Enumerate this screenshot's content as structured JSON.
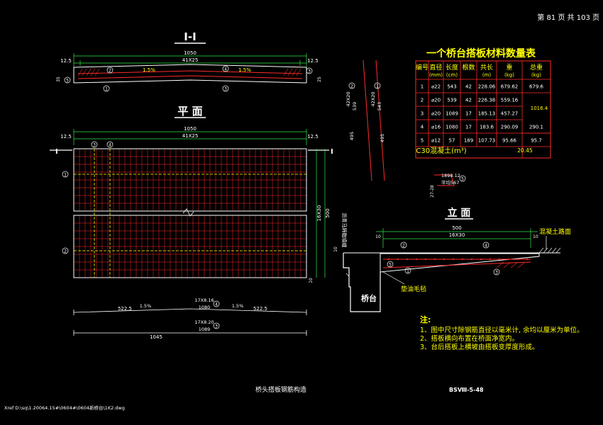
{
  "header": {
    "page_info": "第 81 页 共 103 页"
  },
  "section_cut": {
    "title": "I-I",
    "dim_total": "1050",
    "dim_bars": "41X25",
    "dim_end": "12.5",
    "slope_left": "1.5%",
    "slope_right": "1.5%",
    "thk_a": "35",
    "thk_b": "25"
  },
  "plan": {
    "title": "平 面",
    "dim_total": "1050",
    "dim_bars": "41X25",
    "dim_end": "12.5",
    "cut_mark": "I",
    "dim_height": "500",
    "dim_height_bars": "16X30",
    "dim_edge": "10",
    "bar_labels": [
      "1",
      "2",
      "3",
      "4"
    ]
  },
  "bottom_dims": {
    "row1_left": "522.5",
    "row1_slope_l": "1.5%",
    "row1_mid_top": "17X8.16",
    "row1_mid_bottom": "1080",
    "row1_slope_r": "1.5%",
    "row1_right": "522.5",
    "row2_mid_top": "17X8.20",
    "row2_mid_bottom": "1089",
    "row2_total": "1045"
  },
  "bars_side": {
    "a_top": "42X20",
    "a_bottom": "539",
    "a_len": "495",
    "b_top": "42X20",
    "b_bottom": "543",
    "b_len": "495",
    "c_top": "1898.12",
    "c_bottom": "平均567",
    "c_side": "27-28"
  },
  "table": {
    "title": "一个桥台搭板材料数量表",
    "headers": [
      "编号",
      "直径 (mm)",
      "长度 (cm)",
      "根数",
      "共长 (m)",
      "重 (kg)",
      "总重 (kg)"
    ],
    "rows": [
      [
        "1",
        "⌀22",
        "543",
        "42",
        "228.06",
        "679.62",
        "679.6"
      ],
      [
        "2",
        "⌀20",
        "539",
        "42",
        "226.38",
        "559.16",
        ""
      ],
      [
        "3",
        "⌀20",
        "1089",
        "17",
        "185.13",
        "457.27",
        ""
      ],
      [
        "4",
        "⌀16",
        "1080",
        "17",
        "183.6",
        "290.09",
        "290.1"
      ],
      [
        "5",
        "⌀12",
        "57",
        "189",
        "107.73",
        "95.66",
        "95.7"
      ]
    ],
    "merged_total": "1016.4",
    "concrete_label": "C30混凝土(m³)",
    "concrete_value": "20.45"
  },
  "elevation": {
    "title": "立 面",
    "dim_total": "500",
    "dim_bars": "16X30",
    "dim_end": "10",
    "dim_thk": "10",
    "road_label": "混凝土路面",
    "vert_label": "沥青马蹄脂填缝",
    "abutment_label": "桥台",
    "pad_label": "垫油毛毡"
  },
  "notes": {
    "title": "注:",
    "items": [
      "1、图中尺寸除钢筋直径以毫米计, 余均以厘米为单位。",
      "2、搭板横向布置在桥面净宽内。",
      "3、台后搭板上横坡由搭板变厚度形成。"
    ]
  },
  "footer": {
    "drawing_title": "桥头搭板钢筋构造",
    "drawing_no": "BSⅧ-5-48",
    "xref": "Xref D:\\sq\\1.20064.15#\\0604#\\0604新桥台\\1K2.dwg"
  },
  "colors": {
    "background": "#000000",
    "text_yellow": "#ffff00",
    "rebar_red": "#ff2a2a",
    "dim_green": "#2ee84a",
    "line_white": "#ffffff"
  }
}
